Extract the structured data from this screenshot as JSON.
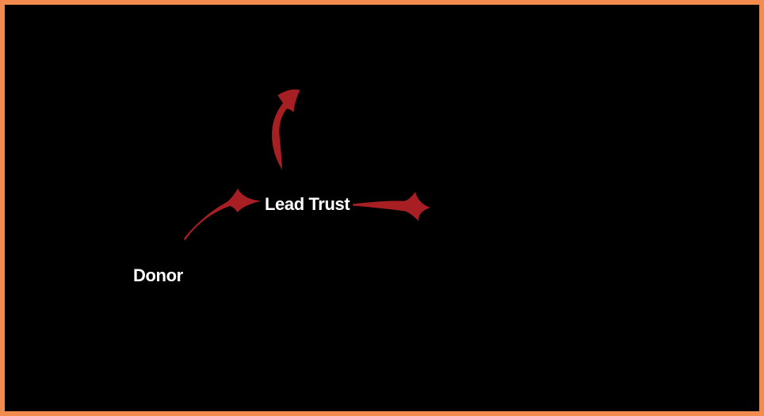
{
  "diagram": {
    "type": "flow-diagram",
    "background_color": "#000000",
    "border_color": "#F38A4E",
    "arrow_color": "#A71E23",
    "label_color": "#FFFFFF",
    "nodes": [
      {
        "id": "donor",
        "label": "Donor"
      },
      {
        "id": "lead-trust",
        "label": "Lead Trust"
      }
    ],
    "arrows": [
      {
        "id": "donor-to-lead-trust",
        "from": "Donor",
        "to": "Lead Trust",
        "style": "curved-swoosh",
        "direction": "up-right"
      },
      {
        "id": "lead-trust-upward",
        "from": "Lead Trust",
        "to": "",
        "style": "curved-swoosh",
        "direction": "up"
      },
      {
        "id": "lead-trust-rightward",
        "from": "Lead Trust",
        "to": "",
        "style": "straight-tapered",
        "direction": "right"
      }
    ]
  }
}
